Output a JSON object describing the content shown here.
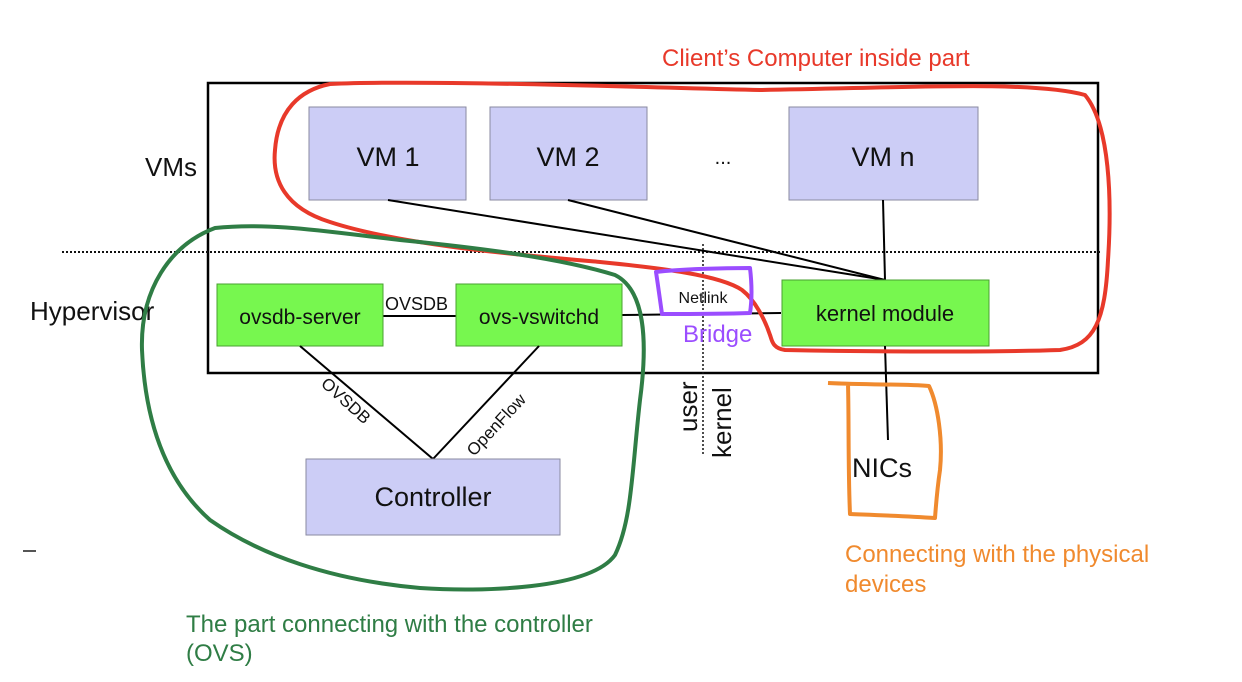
{
  "diagram": {
    "layers": {
      "vms_label": "VMs",
      "hypervisor_label": "Hypervisor"
    },
    "vms": [
      {
        "label": "VM 1"
      },
      {
        "label": "VM 2"
      },
      {
        "label": "..."
      },
      {
        "label": "VM n"
      }
    ],
    "components": {
      "ovsdb_server": "ovsdb-server",
      "ovs_vswitchd": "ovs-vswitchd",
      "netlink": "Netlink",
      "kernel_module": "kernel module",
      "controller": "Controller",
      "nics": "NICs"
    },
    "links": {
      "server_to_vswitchd": "OVSDB",
      "server_to_controller": "OVSDB",
      "vswitchd_to_controller": "OpenFlow"
    },
    "boundary": {
      "user": "user",
      "kernel": "kernel"
    },
    "annotations": {
      "client": {
        "text": "Client’s Computer inside part",
        "color": "#e8392a"
      },
      "bridge": {
        "text": "Bridge",
        "color": "#9b4dff"
      },
      "ovs_line1": {
        "text": "The part connecting with the controller",
        "color": "#2f7d45"
      },
      "ovs_line2": {
        "text": "(OVS)",
        "color": "#2f7d45"
      },
      "physical_line1": {
        "text": "Connecting with the physical",
        "color": "#f08a2e"
      },
      "physical_line2": {
        "text": "devices",
        "color": "#f08a2e"
      }
    },
    "colors": {
      "vm_fill": "#cccdf6",
      "component_fill": "#77f74f"
    }
  }
}
